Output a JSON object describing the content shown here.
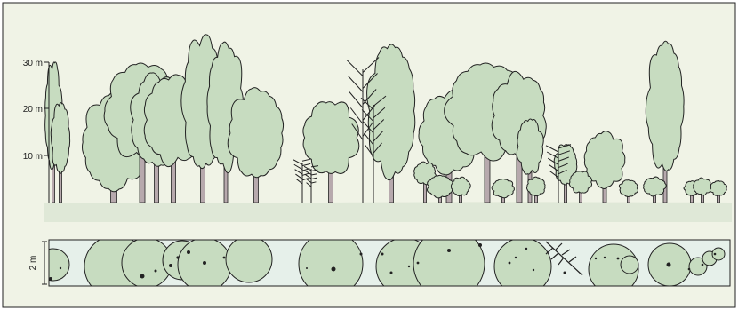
{
  "colors": {
    "background": "#f0f3e6",
    "crown_fill": "#c7dcc0",
    "trunk_fill": "#b7a9ad",
    "ground_fill": "#dfe8d7",
    "strip_fill": "#e6f0ea",
    "outline": "#222222"
  },
  "profile": {
    "height_labels": [
      "30 m",
      "20 m",
      "10 m"
    ]
  },
  "plan": {
    "width_label": "2 m"
  }
}
